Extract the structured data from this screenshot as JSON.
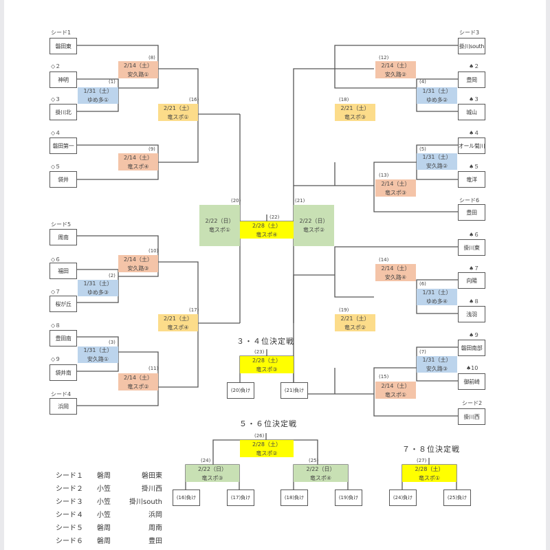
{
  "left_bracket": {
    "teams": [
      {
        "label": "シード1",
        "name": "磐田東"
      },
      {
        "label": "◇２",
        "name": "神明"
      },
      {
        "label": "◇３",
        "name": "掛川北"
      },
      {
        "label": "◇４",
        "name": "磐田第一"
      },
      {
        "label": "◇５",
        "name": "袋井"
      },
      {
        "label": "シード5",
        "name": "周南"
      },
      {
        "label": "◇６",
        "name": "福田"
      },
      {
        "label": "◇７",
        "name": "桜が丘"
      },
      {
        "label": "◇８",
        "name": "豊田南"
      },
      {
        "label": "◇９",
        "name": "袋井南"
      },
      {
        "label": "シード4",
        "name": "浜岡"
      }
    ],
    "matches": {
      "m1": {
        "num": "(1)",
        "date": "1/31（土）",
        "venue": "ゆめ多①"
      },
      "m2": {
        "num": "(2)",
        "date": "1/31（土）",
        "venue": "ゆめ多③"
      },
      "m3": {
        "num": "(3)",
        "date": "1/31（土）",
        "venue": "安久路①"
      },
      "m8": {
        "num": "(8)",
        "date": "2/14（土）",
        "venue": "安久路①"
      },
      "m9": {
        "num": "(9)",
        "date": "2/14（土）",
        "venue": "竜スポ④"
      },
      "m10": {
        "num": "(10)",
        "date": "2/14（土）",
        "venue": "安久路③"
      },
      "m11": {
        "num": "(11)",
        "date": "2/14（土）",
        "venue": "竜スポ②"
      },
      "m16": {
        "num": "(16)",
        "date": "2/21（土）",
        "venue": "竜スポ①"
      },
      "m17": {
        "num": "(17)",
        "date": "2/21（土）",
        "venue": "竜スポ④"
      },
      "m20": {
        "num": "(20)",
        "date": "2/22（日）",
        "venue": "竜スポ①"
      }
    }
  },
  "right_bracket": {
    "teams": [
      {
        "label": "シード3",
        "name": "掛川south"
      },
      {
        "label": "♠２",
        "name": "豊岡"
      },
      {
        "label": "♠３",
        "name": "城山"
      },
      {
        "label": "♠４",
        "name": "オール菊川"
      },
      {
        "label": "♠５",
        "name": "竜洋"
      },
      {
        "label": "シード6",
        "name": "豊田"
      },
      {
        "label": "♠６",
        "name": "掛川東"
      },
      {
        "label": "♠７",
        "name": "向陽"
      },
      {
        "label": "♠８",
        "name": "浅羽"
      },
      {
        "label": "♠９",
        "name": "磐田南部"
      },
      {
        "label": "♠10",
        "name": "御前崎"
      },
      {
        "label": "シード2",
        "name": "掛川西"
      }
    ],
    "matches": {
      "m4": {
        "num": "(4)",
        "date": "1/31（土）",
        "venue": "ゆめ多②"
      },
      "m5": {
        "num": "(5)",
        "date": "1/31（土）",
        "venue": "安久路②"
      },
      "m6": {
        "num": "(6)",
        "date": "1/31（土）",
        "venue": "ゆめ多④"
      },
      "m7": {
        "num": "(7)",
        "date": "1/31（土）",
        "venue": "安久路③"
      },
      "m12": {
        "num": "(12)",
        "date": "2/14（土）",
        "venue": "安久路②"
      },
      "m13": {
        "num": "(13)",
        "date": "2/14（土）",
        "venue": "竜スポ③"
      },
      "m14": {
        "num": "(14)",
        "date": "2/14（土）",
        "venue": "安久路④"
      },
      "m15": {
        "num": "(15)",
        "date": "2/14（土）",
        "venue": "竜スポ①"
      },
      "m18": {
        "num": "(18)",
        "date": "2/21（土）",
        "venue": "竜スポ③"
      },
      "m19": {
        "num": "(19)",
        "date": "2/21（土）",
        "venue": "竜スポ②"
      },
      "m21": {
        "num": "(21)",
        "date": "2/22（日）",
        "venue": "竜スポ②"
      }
    }
  },
  "final": {
    "num": "(22)",
    "date": "2/28（土）",
    "venue": "竜スポ④"
  },
  "third_place": {
    "title": "３・４位決定戦",
    "match": {
      "num": "(23)",
      "date": "2/28（土）",
      "venue": "竜スポ③"
    },
    "entrants": [
      "(20)負け",
      "(21)負け"
    ]
  },
  "fifth_place": {
    "title": "５・６位決定戦",
    "final": {
      "num": "(26)",
      "date": "2/28（土）",
      "venue": "竜スポ②"
    },
    "semi_left": {
      "num": "(24)",
      "date": "2/22（日）",
      "venue": "竜スポ③"
    },
    "semi_right": {
      "num": "(25)",
      "date": "2/22（日）",
      "venue": "竜スポ④"
    },
    "entrants": [
      "(16)負け",
      "(17)負け",
      "(18)負け",
      "(19)負け"
    ]
  },
  "seventh_place": {
    "title": "７・８位決定戦",
    "match": {
      "num": "(27)",
      "date": "2/28（土）",
      "venue": "竜スポ①"
    },
    "entrants": [
      "(24)負け",
      "(25)負け"
    ]
  },
  "seeds": [
    {
      "seed": "シード１",
      "region": "磐周",
      "team": "磐田東"
    },
    {
      "seed": "シード２",
      "region": "小笠",
      "team": "掛川西"
    },
    {
      "seed": "シード３",
      "region": "小笠",
      "team": "掛川south"
    },
    {
      "seed": "シード４",
      "region": "小笠",
      "team": "浜岡"
    },
    {
      "seed": "シード５",
      "region": "磐周",
      "team": "周南"
    },
    {
      "seed": "シード６",
      "region": "磐周",
      "team": "豊田"
    }
  ]
}
